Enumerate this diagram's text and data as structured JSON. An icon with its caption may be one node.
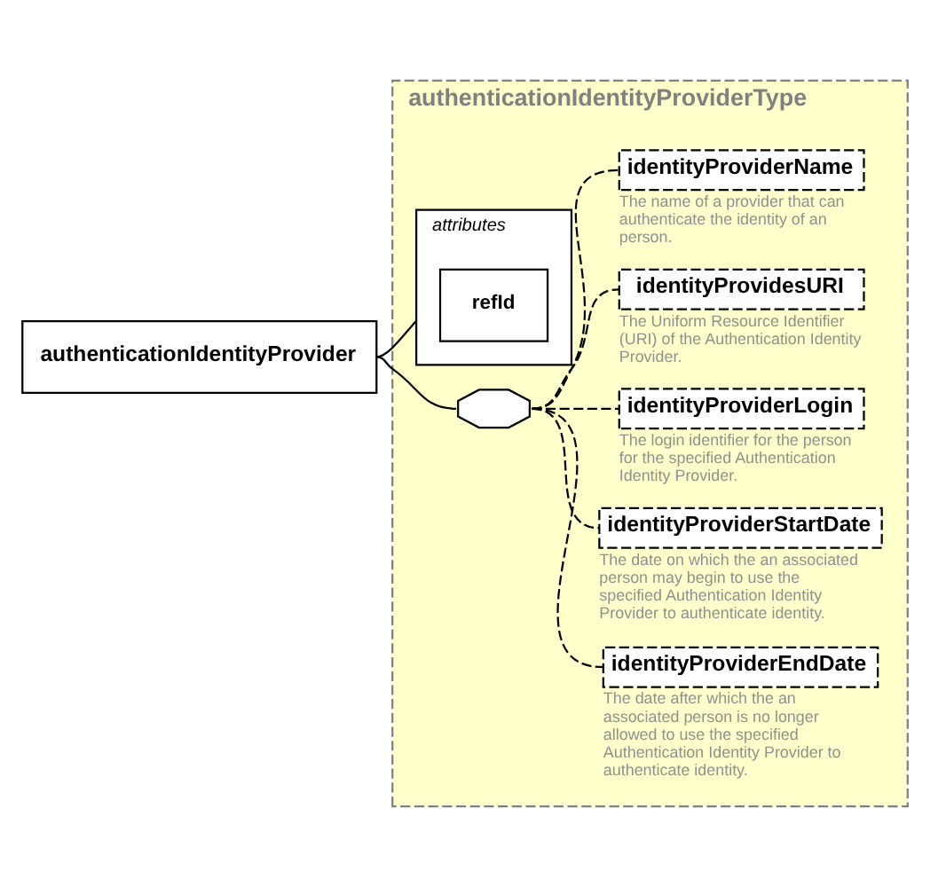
{
  "diagram": {
    "nodes": [
      {
        "text": [
          "authenticationIdentityProvider"
        ]
      },
      {
        "text": [
          "authenticationIdentityProviderType"
        ]
      },
      {
        "text": [
          "attributes"
        ],
        "in": 1
      },
      {
        "text": [
          "refId"
        ],
        "in": 2
      },
      {
        "text": [],
        "shape": "octagon",
        "in": 1
      },
      {
        "text": [
          "identityProviderName"
        ],
        "beside": [
          "The name of a provider that can authenticate the identity of an person."
        ],
        "in": 1
      },
      {
        "text": [
          "identityProvidesURI"
        ],
        "beside": [
          "The Uniform Resource Identifier (URI) of the Authentication Identity Provider."
        ],
        "in": 1
      },
      {
        "text": [
          "identityProviderLogin"
        ],
        "beside": [
          "The login identifier for the person for the specified Authentication Identity Provider."
        ],
        "in": 1
      },
      {
        "text": [
          "identityProviderStartDate"
        ],
        "beside": [
          "The date on which the an associated person may begin to use the specified Authentication Identity Provider to authenticate identity."
        ],
        "in": 1
      },
      {
        "text": [
          "identityProviderEndDate"
        ],
        "beside": [
          "The date after which the an associated person is no longer allowed to use the specified Authentication Identity Provider to authenticate identity."
        ],
        "in": 1
      }
    ],
    "edges": [
      {
        "from": 0,
        "to": 2,
        "arrow": "none"
      },
      {
        "from": 0,
        "to": 4,
        "arrow": "none"
      },
      {
        "from": 4,
        "to": 5,
        "arrow": "none",
        "style": "dashed"
      },
      {
        "from": 4,
        "to": 6,
        "arrow": "none",
        "style": "dashed"
      },
      {
        "from": 4,
        "to": 7,
        "arrow": "none",
        "style": "dashed"
      },
      {
        "from": 4,
        "to": 8,
        "arrow": "none",
        "style": "dashed"
      },
      {
        "from": 4,
        "to": 9,
        "arrow": "none",
        "style": "dashed"
      }
    ]
  }
}
